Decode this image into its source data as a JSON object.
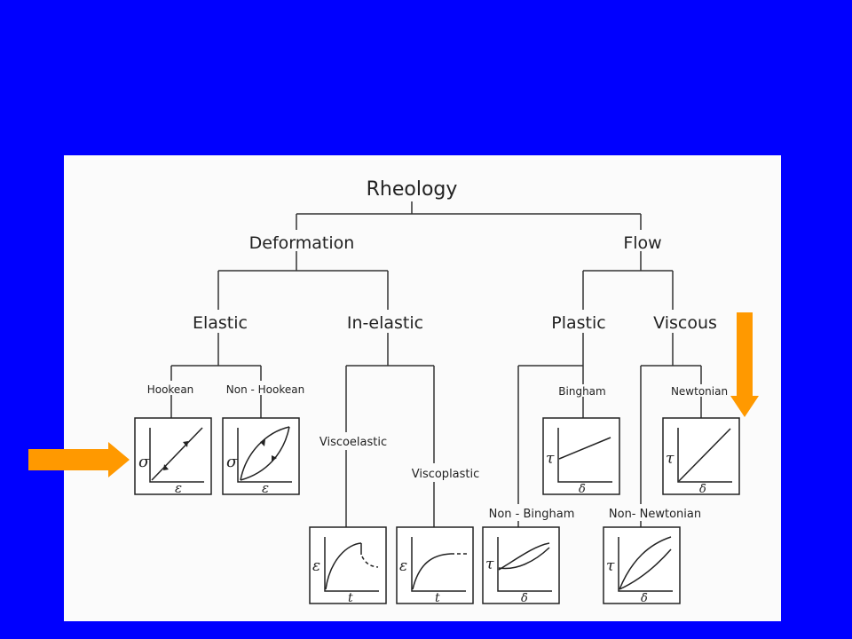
{
  "slide": {
    "background": "#0000FF",
    "arrow_color": "#FF9900"
  },
  "diagram": {
    "root": "Rheology",
    "level1": {
      "deformation": "Deformation",
      "flow": "Flow"
    },
    "level2": {
      "elastic": "Elastic",
      "inelastic": "In-elastic",
      "plastic": "Plastic",
      "viscous": "Viscous"
    },
    "level3": {
      "hookean": "Hookean",
      "non_hookean": "Non - Hookean",
      "viscoelastic": "Viscoelastic",
      "viscoplastic": "Viscoplastic",
      "bingham": "Bingham",
      "non_bingham": "Non - Bingham",
      "newtonian": "Newtonian",
      "non_newtonian": "Non- Newtonian"
    },
    "graph_axes": {
      "stress": "σ",
      "strain": "ε",
      "shear_stress": "τ",
      "shear_rate": "δ̇",
      "time": "t"
    }
  }
}
